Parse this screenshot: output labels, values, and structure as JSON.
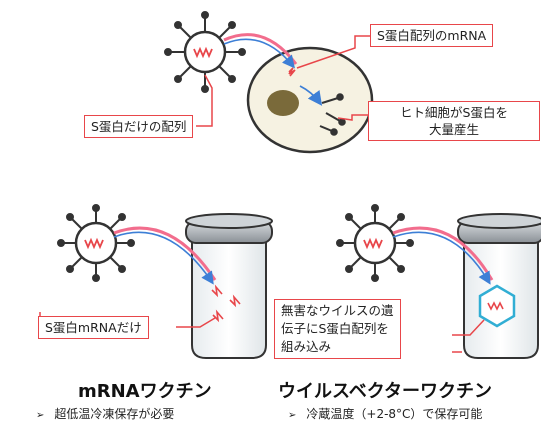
{
  "top": {
    "mrna_label": "S蛋白配列のmRNA",
    "production_label_line1": "ヒト細胞がS蛋白を",
    "production_label_line2": "大量産生",
    "sequence_label": "S蛋白だけの配列"
  },
  "mrna_vaccine": {
    "label": "S蛋白mRNAだけ",
    "title": "mRNAワクチン",
    "bullet_marker": "➢",
    "bullet": "超低温冷凍保存が必要"
  },
  "vector_vaccine": {
    "label_line1": "無害なウイルスの遺",
    "label_line2": "伝子にS蛋白配列を",
    "label_line3": "組み込み",
    "title": "ウイルスベクターワクチン",
    "bullet_marker": "➢",
    "bullet": "冷蔵温度（+2-8°C）で保存可能"
  },
  "colors": {
    "callout_border": "#e8464a",
    "arrow_pink": "#f26d8d",
    "arrow_blue": "#3d7fd6",
    "cell_fill": "#f6f2e2",
    "nucleus_fill": "#7a6a3a",
    "vector_hexagon": "#31aed4"
  }
}
